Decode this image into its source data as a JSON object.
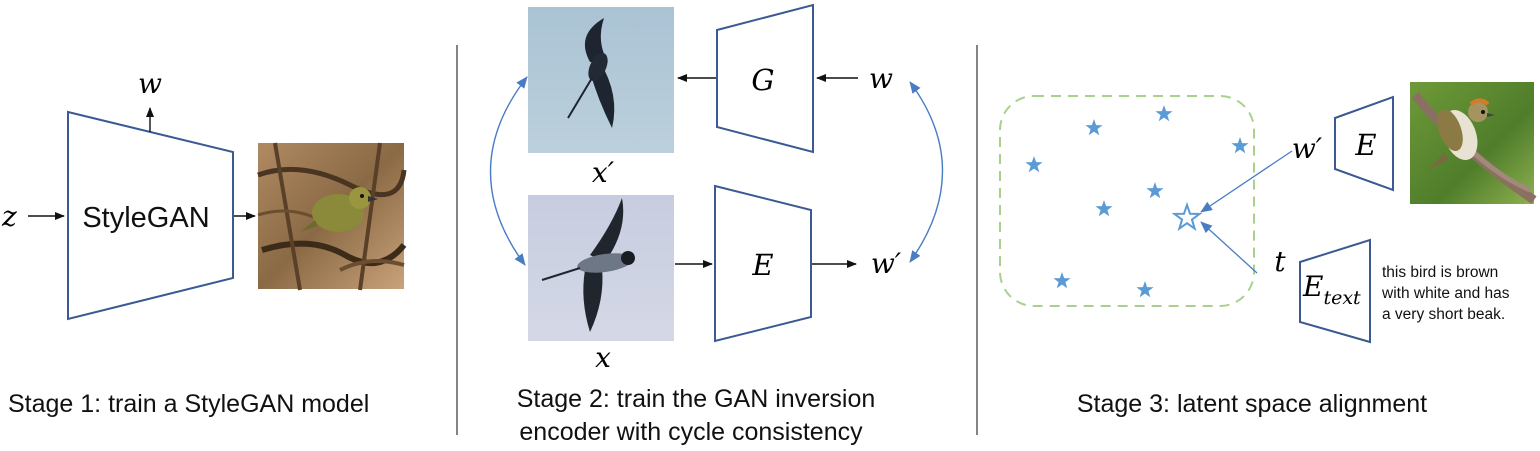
{
  "colors": {
    "trapezoid_stroke": "#3b5a93",
    "arrow_blue": "#4a7cc4",
    "star_blue": "#5b9bd5",
    "dashed_green": "#a9d18e",
    "divider": "#333333"
  },
  "stage1": {
    "input_label": "z",
    "model_label": "StyleGAN",
    "output_label": "w",
    "image_icon": "photo-bird-on-branch",
    "caption": "Stage 1: train a StyleGAN model"
  },
  "stage2": {
    "generator_label": "G",
    "encoder_label": "E",
    "latent_label": "w",
    "latent_recon_label": "w′",
    "image_top_label": "x′",
    "image_bottom_label": "x",
    "image_top_icon": "photo-seabird-flying-dark",
    "image_bottom_icon": "photo-seabird-flying-grey",
    "caption_line1": "Stage 2: train the GAN inversion",
    "caption_line2": "encoder with cycle consistency"
  },
  "stage3": {
    "image_encoder_label": "E",
    "text_encoder_label": "E",
    "text_encoder_subscript": "text",
    "image_latent_label": "w′",
    "text_latent_label": "t",
    "image_icon": "photo-bird-on-branch-orange-crown",
    "star_icon": "star-icon",
    "text_prompt_lines": [
      "this bird is brown",
      "with white and has",
      "a very short beak."
    ],
    "caption": "Stage 3: latent space alignment"
  }
}
